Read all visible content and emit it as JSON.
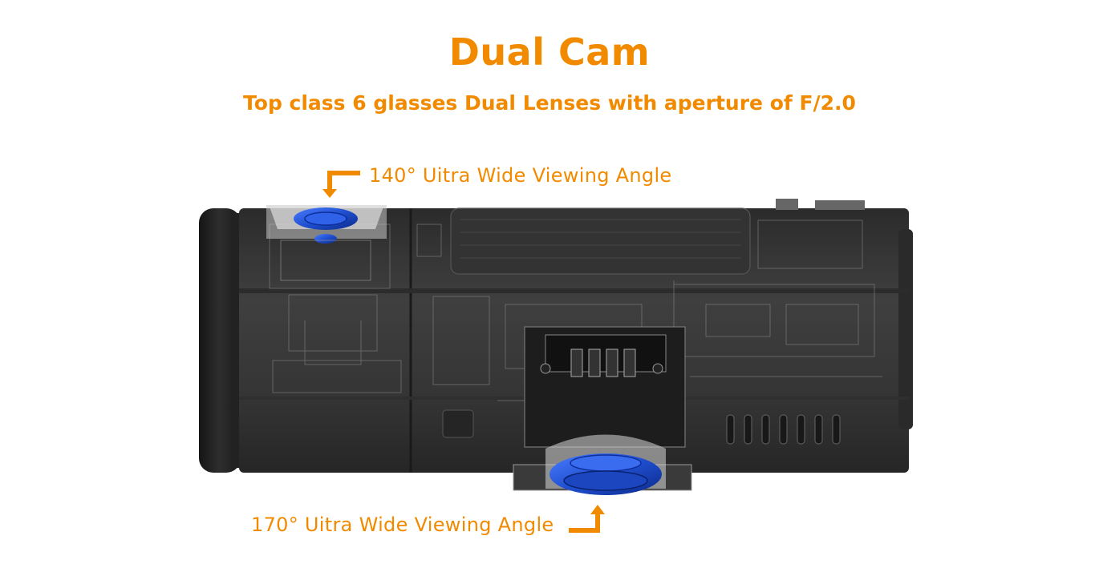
{
  "heading": {
    "title": "Dual Cam",
    "subtitle": "Top class 6 glasses Dual Lenses with aperture of F/2.0"
  },
  "callouts": {
    "front": "140° Uitra Wide Viewing Angle",
    "rear": "170° Uitra Wide Viewing Angle"
  },
  "colors": {
    "accent": "#f28a00",
    "lens": "#1f4fcf",
    "body": "#3a3a3a"
  }
}
